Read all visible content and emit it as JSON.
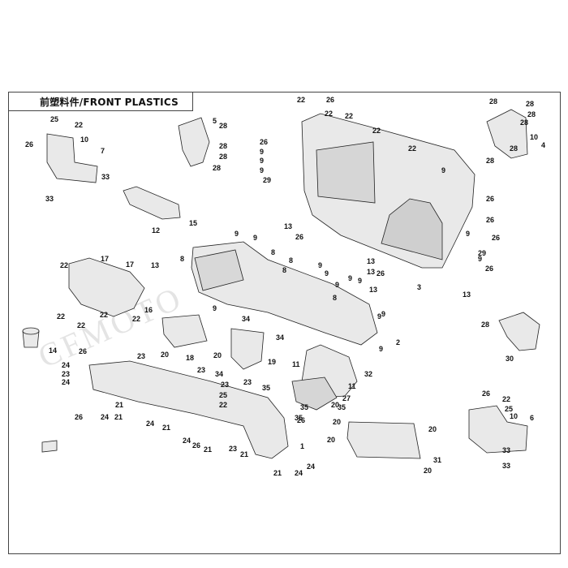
{
  "title": "前塑料件/FRONT PLASTICS",
  "watermark": "CFMOTO",
  "parts": {
    "rear_panel": [
      "22",
      "26",
      "22",
      "22",
      "22",
      "26",
      "9",
      "9",
      "9",
      "29",
      "22",
      "9",
      "26",
      "26",
      "26",
      "9",
      "9",
      "29",
      "26",
      "13",
      "13",
      "26",
      "13",
      "13",
      "26",
      "3",
      "13"
    ],
    "right_bracket": [
      "28",
      "28",
      "28",
      "28",
      "4",
      "10",
      "28",
      "28"
    ],
    "upper_left_mount": [
      "25",
      "22",
      "26",
      "10",
      "7",
      "33",
      "33"
    ],
    "small_bracket": [
      "5",
      "28",
      "28",
      "28",
      "28"
    ],
    "front_bar": [
      "12",
      "15"
    ],
    "left_side_cover": [
      "22",
      "17",
      "17",
      "13",
      "22",
      "22",
      "22",
      "16",
      "22"
    ],
    "center_console": [
      "9",
      "9",
      "8",
      "8",
      "8",
      "9",
      "9",
      "9",
      "9",
      "8",
      "9",
      "9",
      "13",
      "9",
      "8",
      "9",
      "2",
      "9"
    ],
    "mid_parts": [
      "14",
      "26",
      "23",
      "34",
      "34",
      "20",
      "18",
      "19",
      "20",
      "23"
    ],
    "lower_panel": [
      "24",
      "23",
      "24",
      "26",
      "24",
      "21",
      "21",
      "23",
      "23",
      "34",
      "25",
      "22",
      "24",
      "21",
      "24",
      "26",
      "23",
      "21",
      "21",
      "21",
      "24",
      "24",
      "1"
    ],
    "right_cover": [
      "11",
      "32",
      "11",
      "27",
      "35",
      "35",
      "35",
      "35",
      "26",
      "20",
      "20",
      "20",
      "20",
      "31",
      "20"
    ],
    "right_lower_mount": [
      "26",
      "22",
      "25",
      "10",
      "6",
      "33",
      "33",
      "28",
      "30"
    ]
  },
  "colors": {
    "line": "#222222",
    "fill": "#e9e9e9",
    "shade": "#bdbdbd",
    "dark": "#555555"
  }
}
